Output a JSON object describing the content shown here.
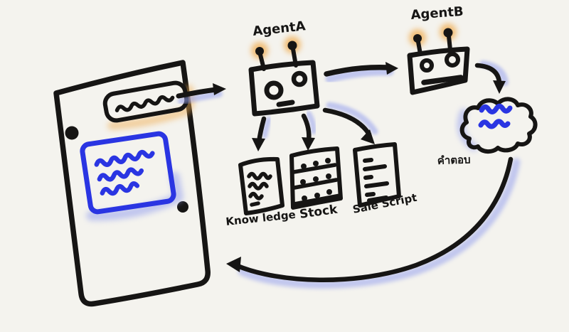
{
  "colors": {
    "paper": "#f4f3ee",
    "ink": "#161514",
    "blue": "#2a35e2",
    "shadow": "#96a1ee",
    "glow": "#f0ac50"
  },
  "labels": {
    "agent_a": "AgentA",
    "agent_b": "AgentB",
    "doc_knowledge": "Know ledge",
    "doc_stock": "Stock",
    "doc_sale_script": "Sale Script",
    "answer_cloud": "คำตอบ"
  }
}
